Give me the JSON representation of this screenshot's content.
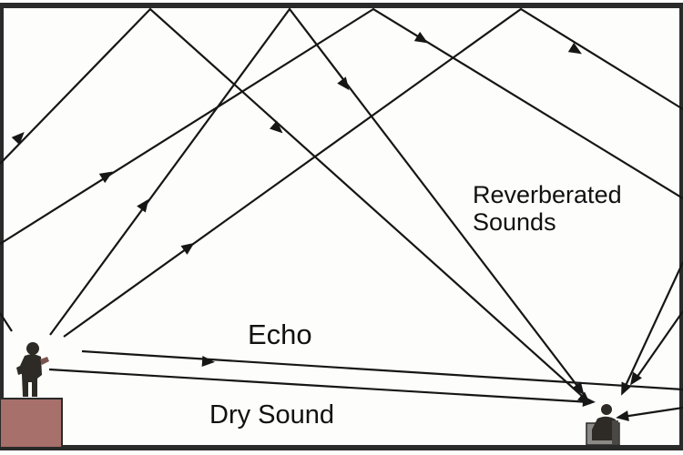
{
  "labels": {
    "reverberated_line1": "Reverberated",
    "reverberated_line2": "Sounds",
    "echo": "Echo",
    "dry_sound": "Dry Sound"
  },
  "colors": {
    "ray": "#161616",
    "frame": "#2a2a2a",
    "stage_fill": "#a8706a",
    "figure": "#2e2a26"
  },
  "icons": {
    "speaker": "person-speaking-icon",
    "listener": "seated-listener-icon"
  }
}
